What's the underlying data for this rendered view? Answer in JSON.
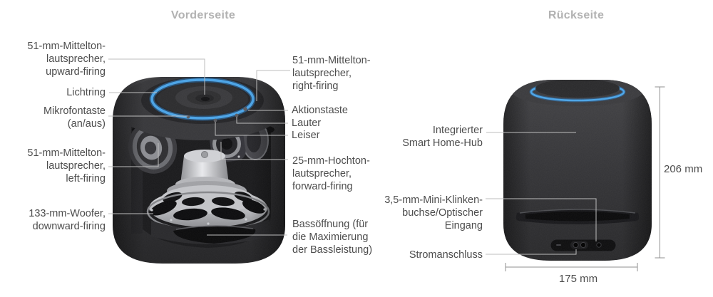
{
  "front": {
    "title": "Vorderseite",
    "labels": {
      "upward_mid": "51-mm-Mittelton-\nlautsprecher,\nupward-firing",
      "light_ring": "Lichtring",
      "mic_button": "Mikrofontaste\n(an/aus)",
      "left_mid": "51-mm-Mittelton-\nlautsprecher,\nleft-firing",
      "woofer": "133-mm-Woofer,\ndownward-firing",
      "right_mid": "51-mm-Mittelton-\nlautsprecher,\nright-firing",
      "action_button": "Aktionstaste",
      "volume_up": "Lauter",
      "volume_down": "Leiser",
      "tweeter": "25-mm-Hochton-\nlautsprecher,\nforward-firing",
      "bass_port": "Bassöffnung (für\ndie Maximierung\nder Bassleistung)"
    }
  },
  "back": {
    "title": "Rückseite",
    "labels": {
      "smart_home_hub": "Integrierter\nSmart Home-Hub",
      "aux_optical": "3,5-mm-Mini-Klinken-\nbuchse/Optischer\nEingang",
      "power": "Stromanschluss"
    },
    "dimensions": {
      "height": "206 mm",
      "width": "175 mm"
    }
  },
  "colors": {
    "accent_ring": "#4aa3e6",
    "accent_ring_glow": "#2a6fae",
    "label_text": "#4d4d4d",
    "title_text": "#b2b2b2",
    "leader_line": "#bdbdbd",
    "measure_line": "#8f8f8f"
  }
}
